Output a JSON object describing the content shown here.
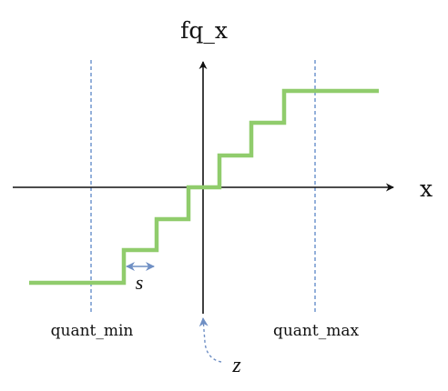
{
  "diagram": {
    "y_axis_label": "fq_x",
    "x_axis_label": "x",
    "min_marker_label": "quant_min",
    "max_marker_label": "quant_max",
    "step_width_label": "s",
    "zero_point_label": "z"
  },
  "colors": {
    "staircase": "#90cc6c",
    "axes": "#111111",
    "guides": "#5b86c5",
    "annotation_arrows": "#6f8fc4",
    "background": "#ffffff"
  }
}
